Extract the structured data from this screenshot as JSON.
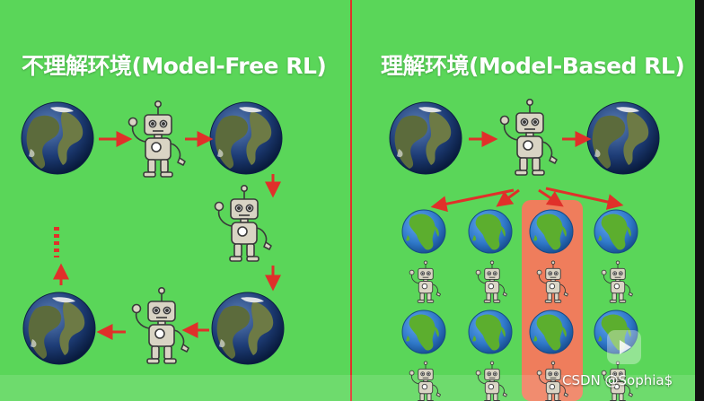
{
  "titles": {
    "left": "不理解环境(Model-Free RL)",
    "right": "理解环境(Model-Based RL)"
  },
  "watermark": "CSDN @Sophia$",
  "colors": {
    "background": "#5ad659",
    "arrow": "#e0302a",
    "highlight": "#ef7d5c",
    "robot_stroke": "#3a3a3a",
    "robot_fill": "#d9d4c4"
  },
  "icons": {
    "earth_large": "earth-icon",
    "earth_small": "africa-globe-icon",
    "agent": "robot-icon",
    "watermark_logo": "bilibili-icon"
  }
}
